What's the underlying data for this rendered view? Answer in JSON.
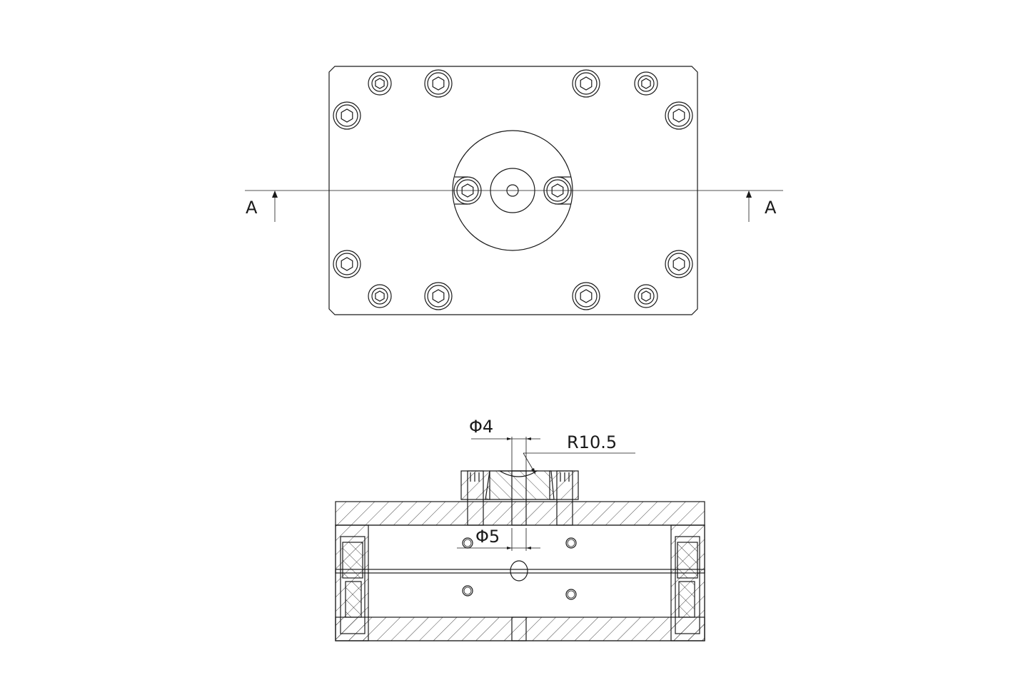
{
  "top_view": {
    "section_label_left": "A",
    "section_label_right": "A"
  },
  "section_view": {
    "dim_phi4": "Φ4",
    "dim_r": "R10.5",
    "dim_phi5": "Φ5"
  },
  "colors": {
    "line": "#1a1a1a",
    "background": "#ffffff"
  }
}
